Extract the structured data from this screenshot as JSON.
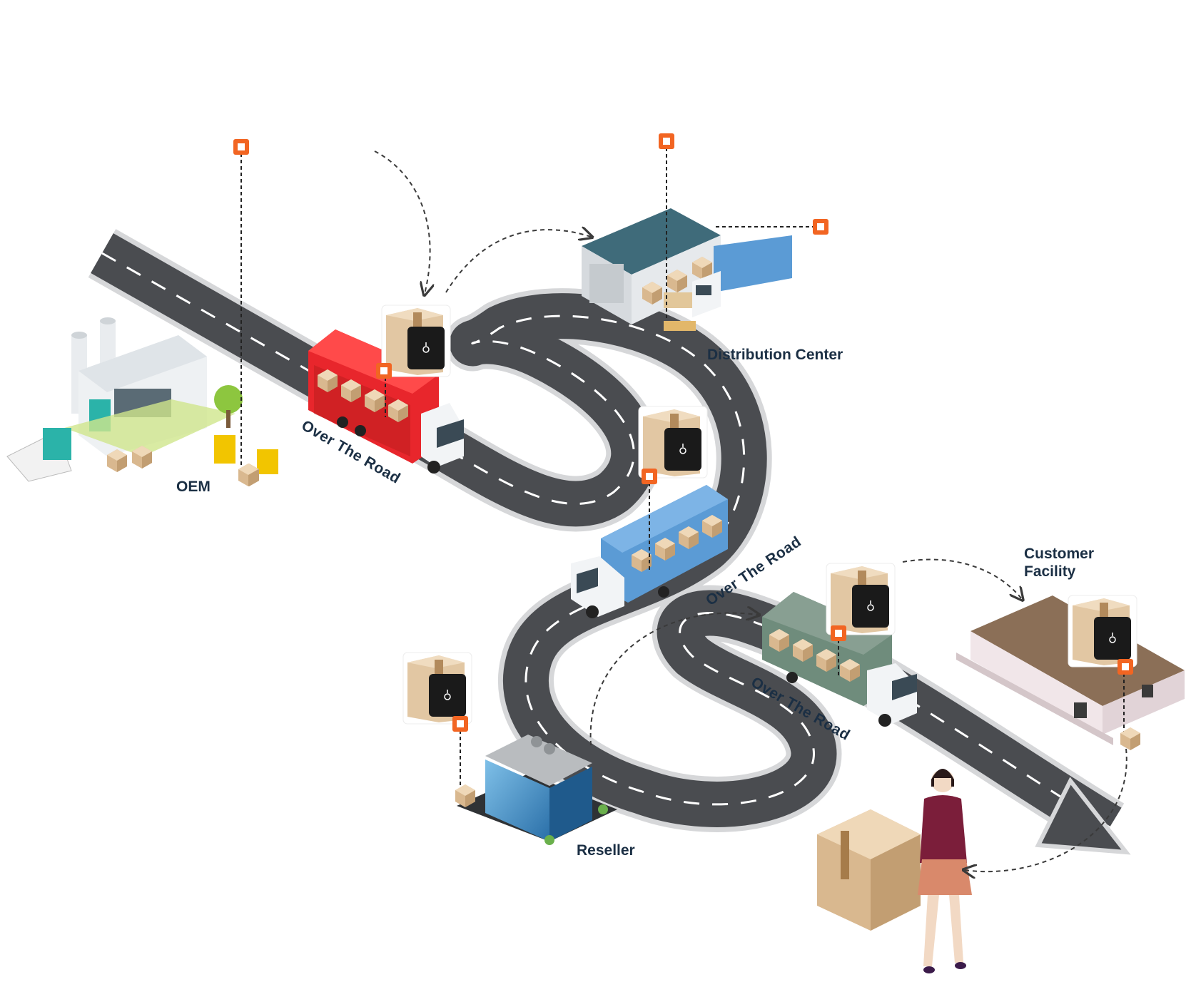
{
  "labels": {
    "oem": "OEM",
    "distribution_center": "Distribution Center",
    "customer_facility_line1": "Customer",
    "customer_facility_line2": "Facility",
    "reseller": "Reseller",
    "road_1": "Over The Road",
    "road_2": "Over The Road",
    "road_3": "Over The Road"
  },
  "colors": {
    "road": "#4a4c50",
    "road_edge": "#d8d9db",
    "tracker_marker": "#f26522",
    "truck_red": "#e8262c",
    "truck_blue": "#5b9bd5",
    "truck_green": "#6f8c7c",
    "label_text": "#1b2f44"
  },
  "icons": [
    "tracker-pin-icon",
    "package-box-icon",
    "dashed-flow-arrow"
  ]
}
